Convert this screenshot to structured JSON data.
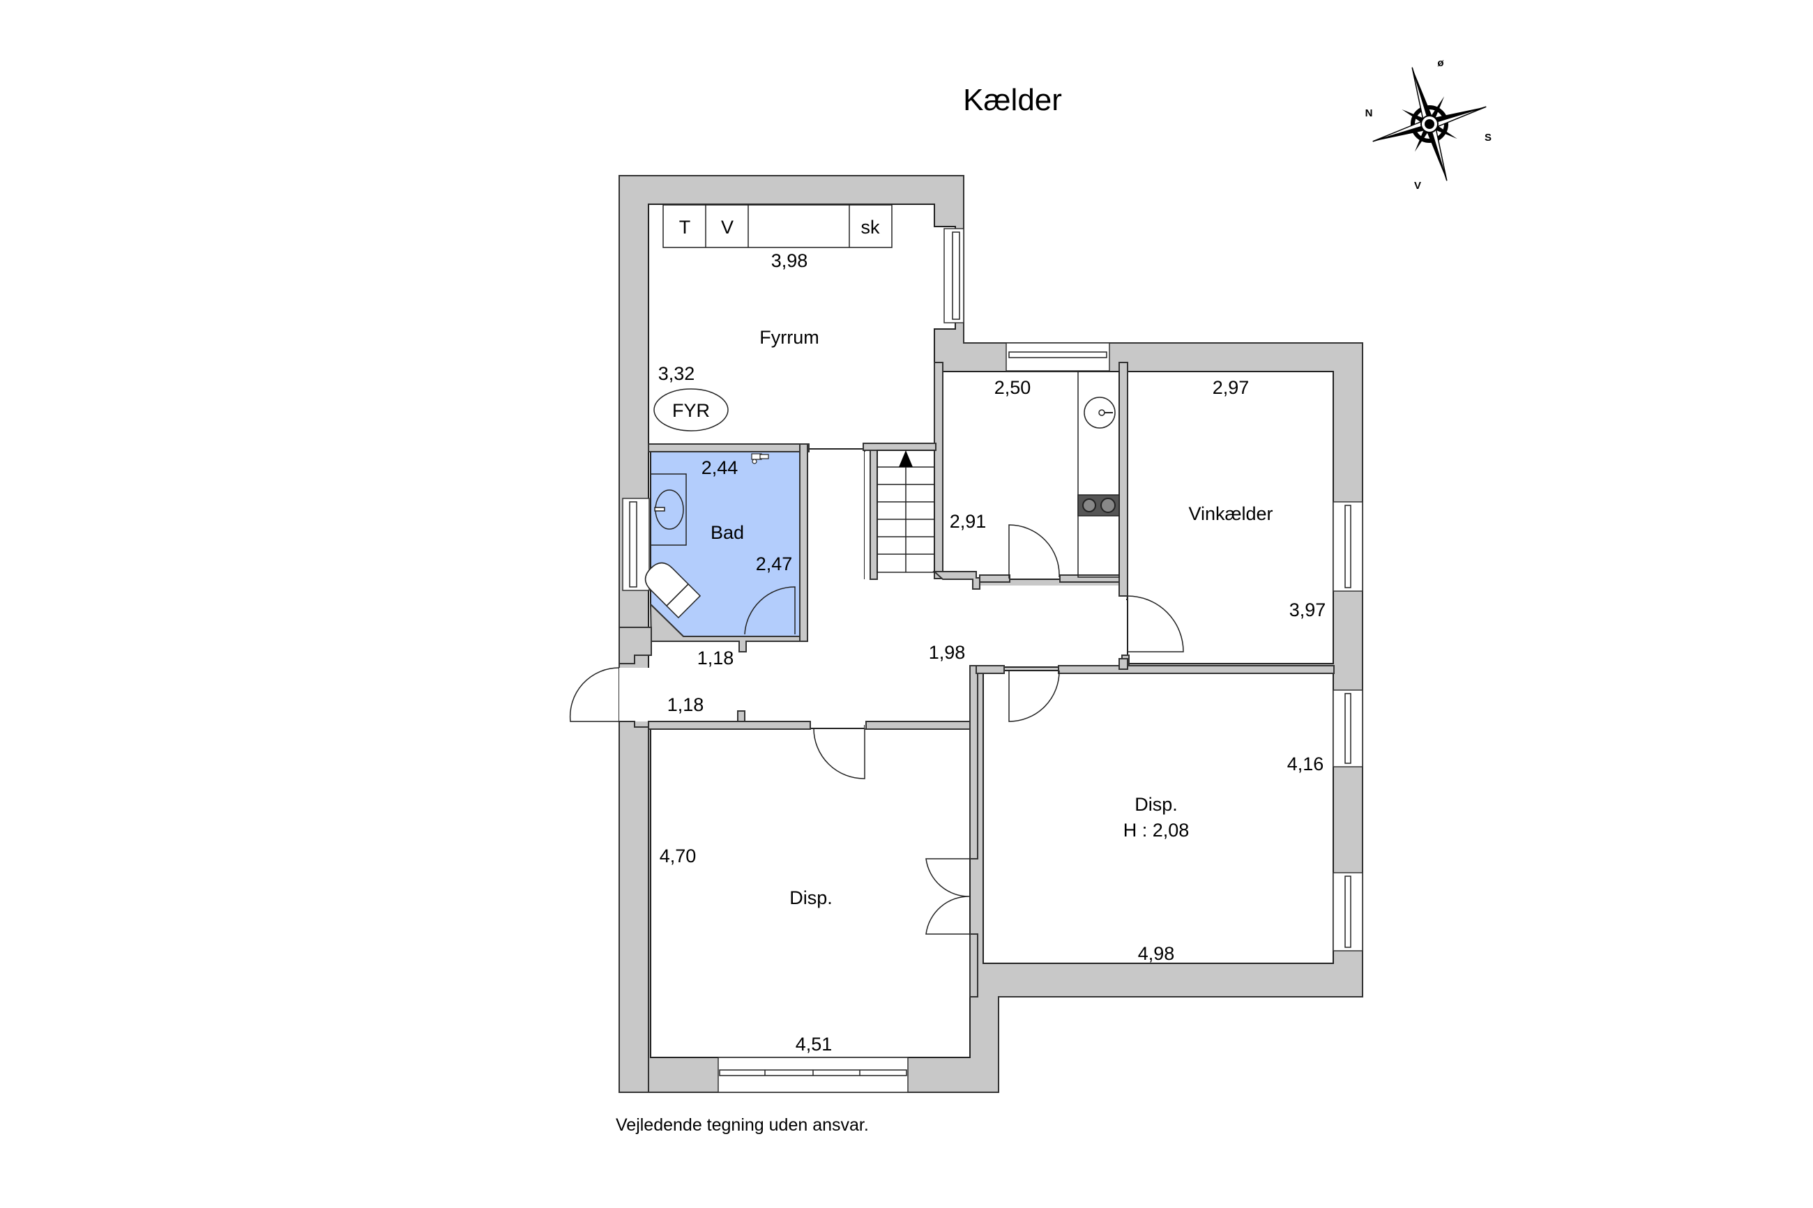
{
  "title": "Kælder",
  "disclaimer": "Vejledende tegning uden ansvar.",
  "compass": {
    "north": "N",
    "east": "ø",
    "south": "S",
    "west": "V"
  },
  "colors": {
    "wall": "#c8c8c8",
    "bathroom_fill": "#b3cdfc",
    "outline": "#222222",
    "background": "#ffffff"
  },
  "rooms": {
    "fyrrum": {
      "name": "Fyrrum",
      "width": "3,98",
      "depth": "3,32",
      "fixtures": {
        "tumbler": "T",
        "washer": "V",
        "cabinet": "sk",
        "boiler": "FYR"
      }
    },
    "bad": {
      "name": "Bad",
      "width": "2,44",
      "depth": "2,47"
    },
    "stair_room": {
      "width": "2,50",
      "depth": "2,91"
    },
    "vinkaelder": {
      "name": "Vinkælder",
      "width": "2,97",
      "depth": "3,97"
    },
    "entry": {
      "width_top": "1,18",
      "width_bottom": "1,18"
    },
    "hall": {
      "width": "1,98"
    },
    "disp_left": {
      "name": "Disp.",
      "width": "4,51",
      "depth": "4,70"
    },
    "disp_right": {
      "name": "Disp.",
      "height_label": "H : 2,08",
      "width": "4,98",
      "depth": "4,16"
    }
  }
}
